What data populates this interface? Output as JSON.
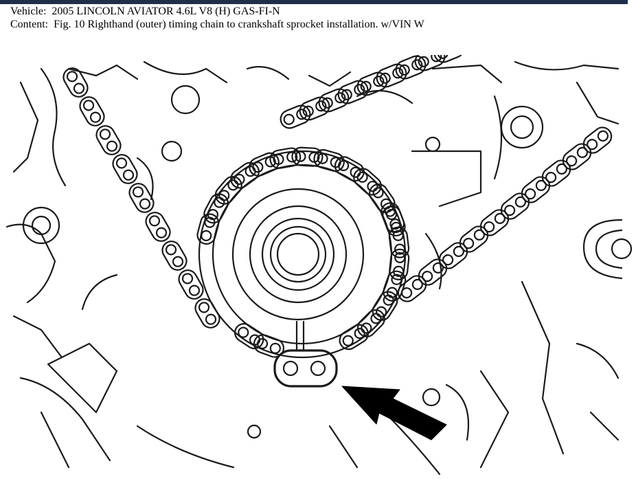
{
  "header": {
    "vehicle_label": "Vehicle:",
    "vehicle_value": "2005 LINCOLN AVIATOR 4.6L V8 (H) GAS-FI-N",
    "content_label": "Content:",
    "content_value": "Fig. 10 Righthand (outer) timing chain to crankshaft sprocket installation. w/VIN W"
  },
  "colors": {
    "top_bar": "#1f2f4a",
    "text": "#000000",
    "drawing_stroke": "#1a1a1a"
  }
}
